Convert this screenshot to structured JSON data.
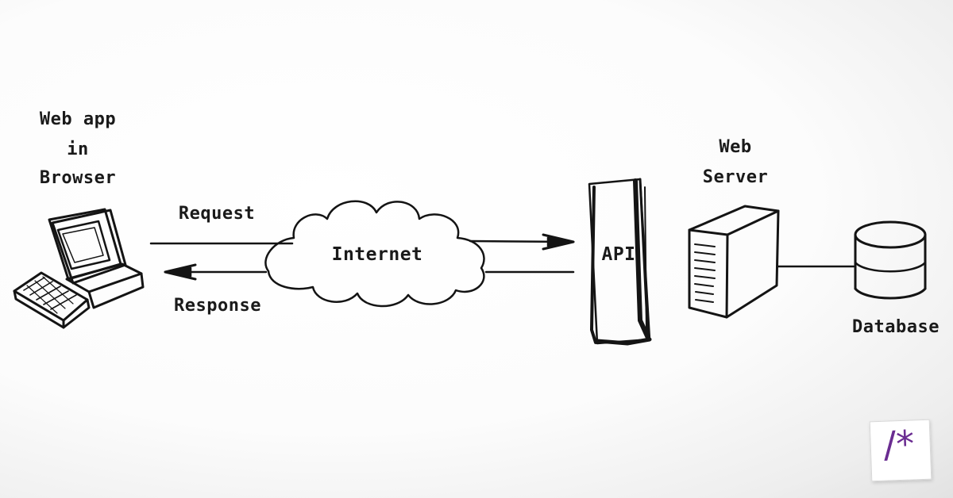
{
  "labels": {
    "client_line1": "Web app",
    "client_line2": "in",
    "client_line3": "Browser",
    "request": "Request",
    "response": "Response",
    "internet": "Internet",
    "api": "API",
    "server_line1": "Web",
    "server_line2": "Server",
    "database": "Database"
  },
  "logo": {
    "text": "/*",
    "color": "#6a2c91"
  }
}
